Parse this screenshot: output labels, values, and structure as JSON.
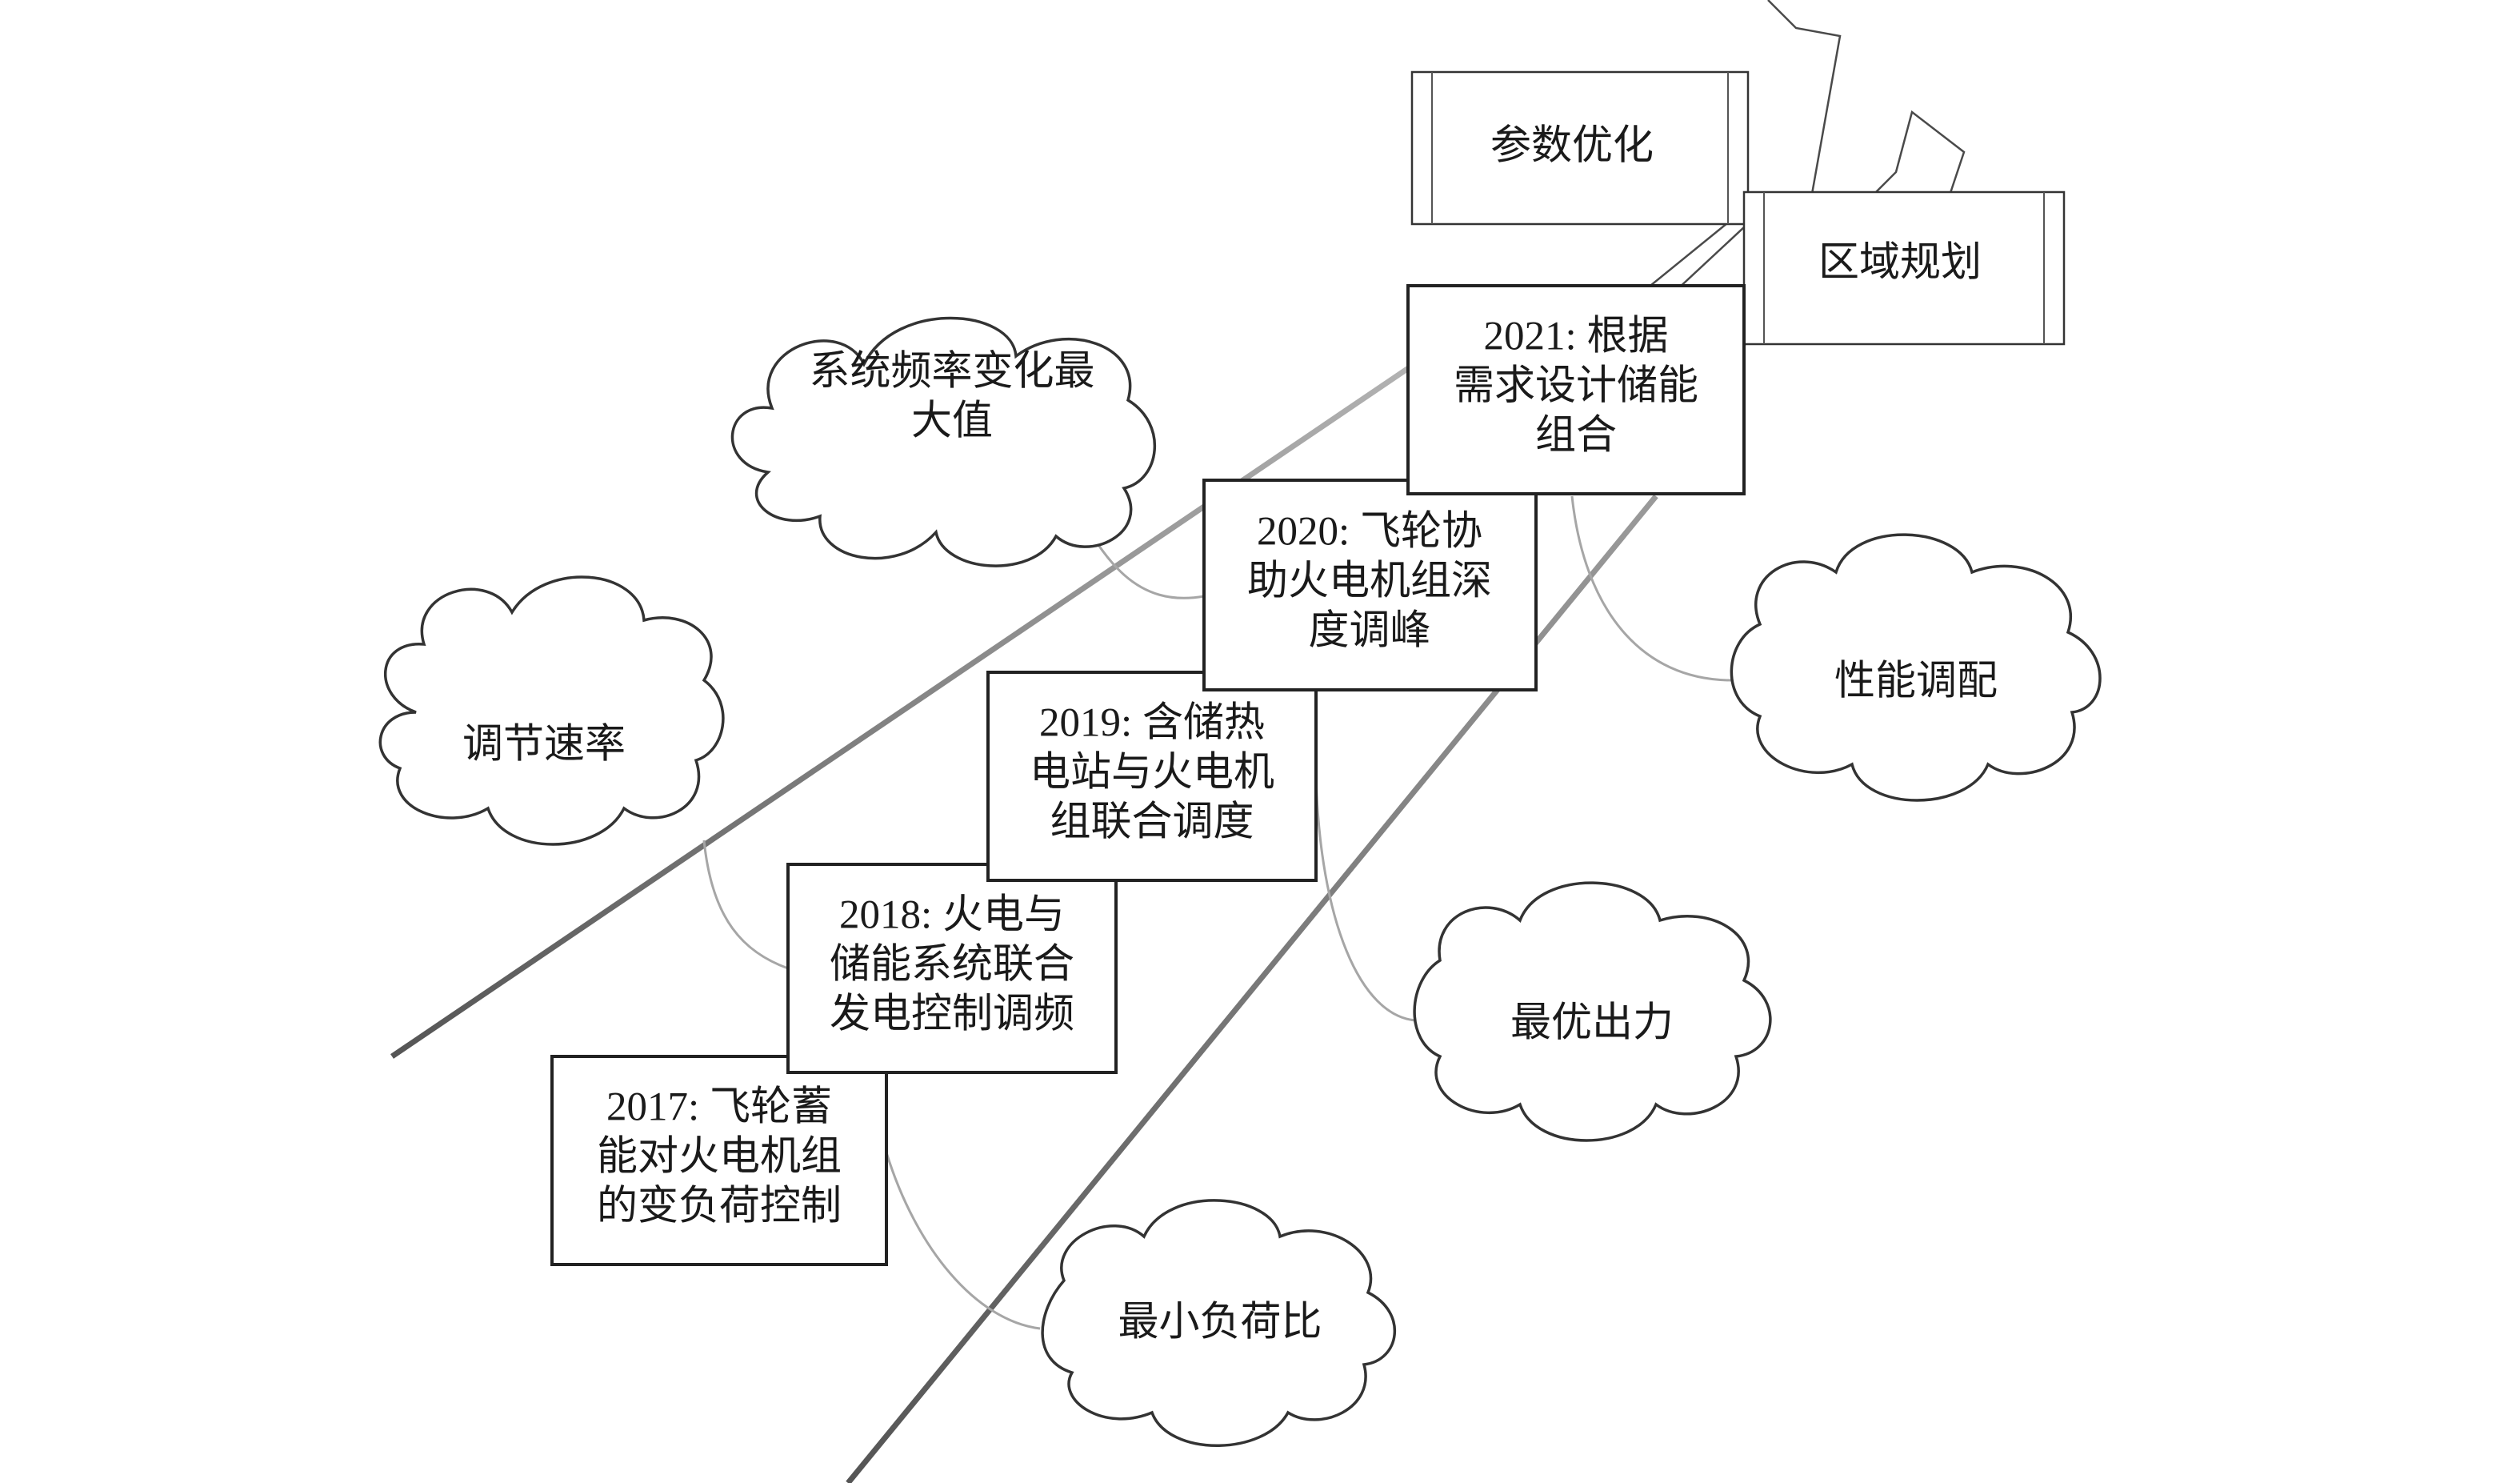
{
  "diagram": {
    "milestones": [
      {
        "id": "m2017",
        "lines": [
          "2017: 飞轮蓄",
          "能对火电机组",
          "的变负荷控制"
        ]
      },
      {
        "id": "m2018",
        "lines": [
          "2018: 火电与",
          "储能系统联合",
          "发电控制调频"
        ]
      },
      {
        "id": "m2019",
        "lines": [
          "2019: 含储热",
          "电站与火电机",
          "组联合调度"
        ]
      },
      {
        "id": "m2020",
        "lines": [
          "2020: 飞轮协",
          "助火电机组深",
          "度调峰"
        ]
      },
      {
        "id": "m2021",
        "lines": [
          "2021: 根据",
          "需求设计储能",
          "组合"
        ]
      }
    ],
    "clouds": [
      {
        "id": "freq",
        "lines": [
          "系统频率变化最",
          "大值"
        ]
      },
      {
        "id": "rate",
        "lines": [
          "调节速率"
        ]
      },
      {
        "id": "minload",
        "lines": [
          "最小负荷比"
        ]
      },
      {
        "id": "optout",
        "lines": [
          "最优出力"
        ]
      },
      {
        "id": "perf",
        "lines": [
          "性能调配"
        ]
      }
    ],
    "tags": [
      {
        "id": "param",
        "label": "参数优化"
      },
      {
        "id": "region",
        "label": "区域规划"
      }
    ]
  }
}
